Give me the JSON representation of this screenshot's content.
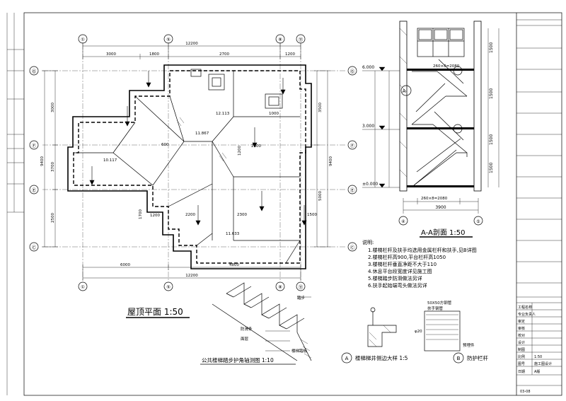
{
  "plan": {
    "title": "屋顶平面 1:50",
    "axes_top": [
      "①",
      "⑤",
      "⑧",
      "⑪"
    ],
    "axes_bottom": [
      "①",
      "⑤",
      "⑧",
      "⑪"
    ],
    "axes_left": [
      "Ⓖ",
      "Ⓕ",
      "Ⓔ",
      "Ⓒ"
    ],
    "axes_right": [
      "Ⓖ",
      "Ⓕ",
      "Ⓔ",
      "Ⓒ"
    ],
    "dims_top_total": "12200",
    "dims_top": [
      "3000",
      "1800",
      "2700",
      "1200"
    ],
    "dims_bottom_total": "12200",
    "dims_bottom": [
      "6000",
      "4800"
    ],
    "dims_left_total": "9400",
    "dims_left": [
      "3000",
      "3700",
      "2500"
    ],
    "dims_right_total": "9400",
    "dims_right": [
      "3500",
      "5000"
    ],
    "elevations": [
      "12.113",
      "11.867",
      "10.117",
      "11.633"
    ],
    "inner_dims": [
      "2800",
      "2200",
      "2300",
      "1200",
      "1500",
      "600",
      "1700",
      "1200",
      "1000"
    ]
  },
  "section": {
    "title": "A-A剖面 1:50",
    "levels": [
      "6.000",
      "3.000",
      "±0.000"
    ],
    "steps_top": "260×8=2080",
    "steps_bottom": "260×8=2080",
    "width_dim": "3900",
    "axis_labels": [
      "④",
      "⑤"
    ],
    "right_dims": [
      "1500",
      "1500",
      "1500",
      "1500"
    ]
  },
  "notes": {
    "heading": "说明:",
    "items": [
      "1.楼梯栏杆及扶手均选用金属栏杆和扶手,见B详图",
      "2.楼梯栏杆高900,平台栏杆高1050",
      "3.楼梯栏杆垂直净距不大于110",
      "4.休息平台段宽度详见施工图",
      "5.楼梯踏步防滑做法另详",
      "6.扶手起始端弯头做法另详"
    ]
  },
  "details": {
    "detail1_title": "公共楼梯踏步护角轴测图 1:10",
    "detail2_title": "楼梯梯井侧边大样 1:5",
    "detail2_marker": "A",
    "detail3_title": "防护栏杆",
    "detail3_marker": "B",
    "detail1_labels": [
      "踏步",
      "防滑条",
      "面层",
      "楼梯踏板"
    ],
    "detail3_labels": [
      "50X50方钢管",
      "扶手钢管",
      "φ20",
      "预埋件"
    ]
  },
  "title_block": {
    "rows": [
      "工程名称",
      "专业负责人",
      "审定",
      "审核",
      "校对",
      "设计",
      "制图",
      "比例",
      "图号",
      "日期"
    ],
    "values": [
      "",
      "",
      "",
      "",
      "",
      "",
      "",
      "1:50",
      "施工图设计",
      "A版"
    ],
    "drawing_no": "03-08"
  }
}
